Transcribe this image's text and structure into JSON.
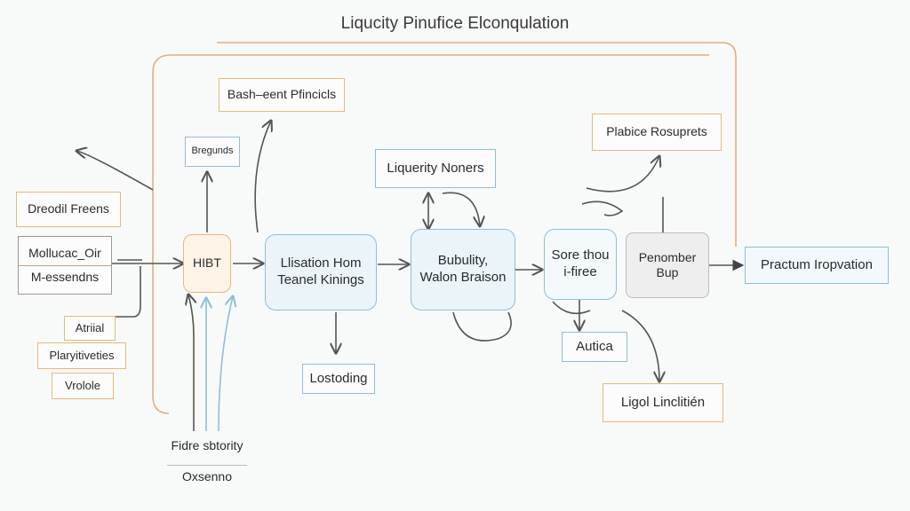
{
  "title": "Liqucity Pinufice Elconqulation",
  "nodes": {
    "bash_eent": "Bash–eent Pfincicls",
    "bregunds": "Bregunds",
    "dreodil_freens": "Dreodil Freens",
    "mollucac_oir": "Mollucac_Oir",
    "m_essendns": "M-essendns",
    "atriial": "Atriial",
    "plarytiviveties": "Plaryitiveties",
    "vrolole": "Vrolole",
    "hibt": "HIBT",
    "lisation_line1": "Llisation Hom",
    "lisation_line2": "Teanel Kinings",
    "lostoding": "Lostoding",
    "liquerity_noners": "Liquerity Noners",
    "bubulity_line1": "Bubulity,",
    "bubulity_line2": "Walon Braison",
    "sore_line1": "Sore thou",
    "sore_line2": "i-firee",
    "autica": "Autica",
    "plabice": "Plabice Rosuprets",
    "penomber_line1": "Penomber",
    "penomber_line2": "Bup",
    "practum": "Practum Iropvation",
    "ligol": "Ligol Linclitién",
    "fidre": "Fidre sbtority",
    "oxsenno": "Oxsenno"
  },
  "colors": {
    "frame": "#e3b07a",
    "orange_border": "#e6b97f",
    "blue_border": "#8fbfd6",
    "blue_fill": "#eaf4f9",
    "hibt_fill": "#fdf3e6",
    "edge": "#555555"
  }
}
